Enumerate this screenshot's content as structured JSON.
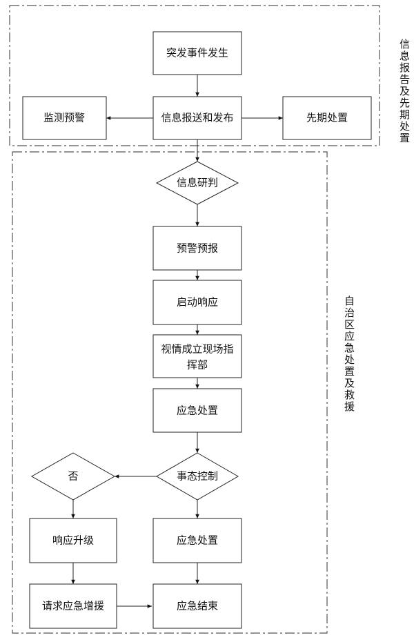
{
  "groups": {
    "top": "信息报告及先期处置",
    "bottom": "自治区应急处置及救援"
  },
  "nodes": {
    "emergency_event": "突发事件发生",
    "info_report": "信息报送和发布",
    "monitoring": "监测预警",
    "initial_response": "先期处置",
    "info_analysis": "信息研判",
    "forecast": "预警预报",
    "activate_response": "启动响应",
    "command_line1": "视情成立现场指",
    "command_line2": "挥部",
    "emergency_handling": "应急处置",
    "situation_control": "事态控制",
    "no": "否",
    "escalate": "响应升级",
    "emergency_handling_2": "应急处置",
    "request_support": "请求应急增援",
    "end": "应急结束"
  }
}
